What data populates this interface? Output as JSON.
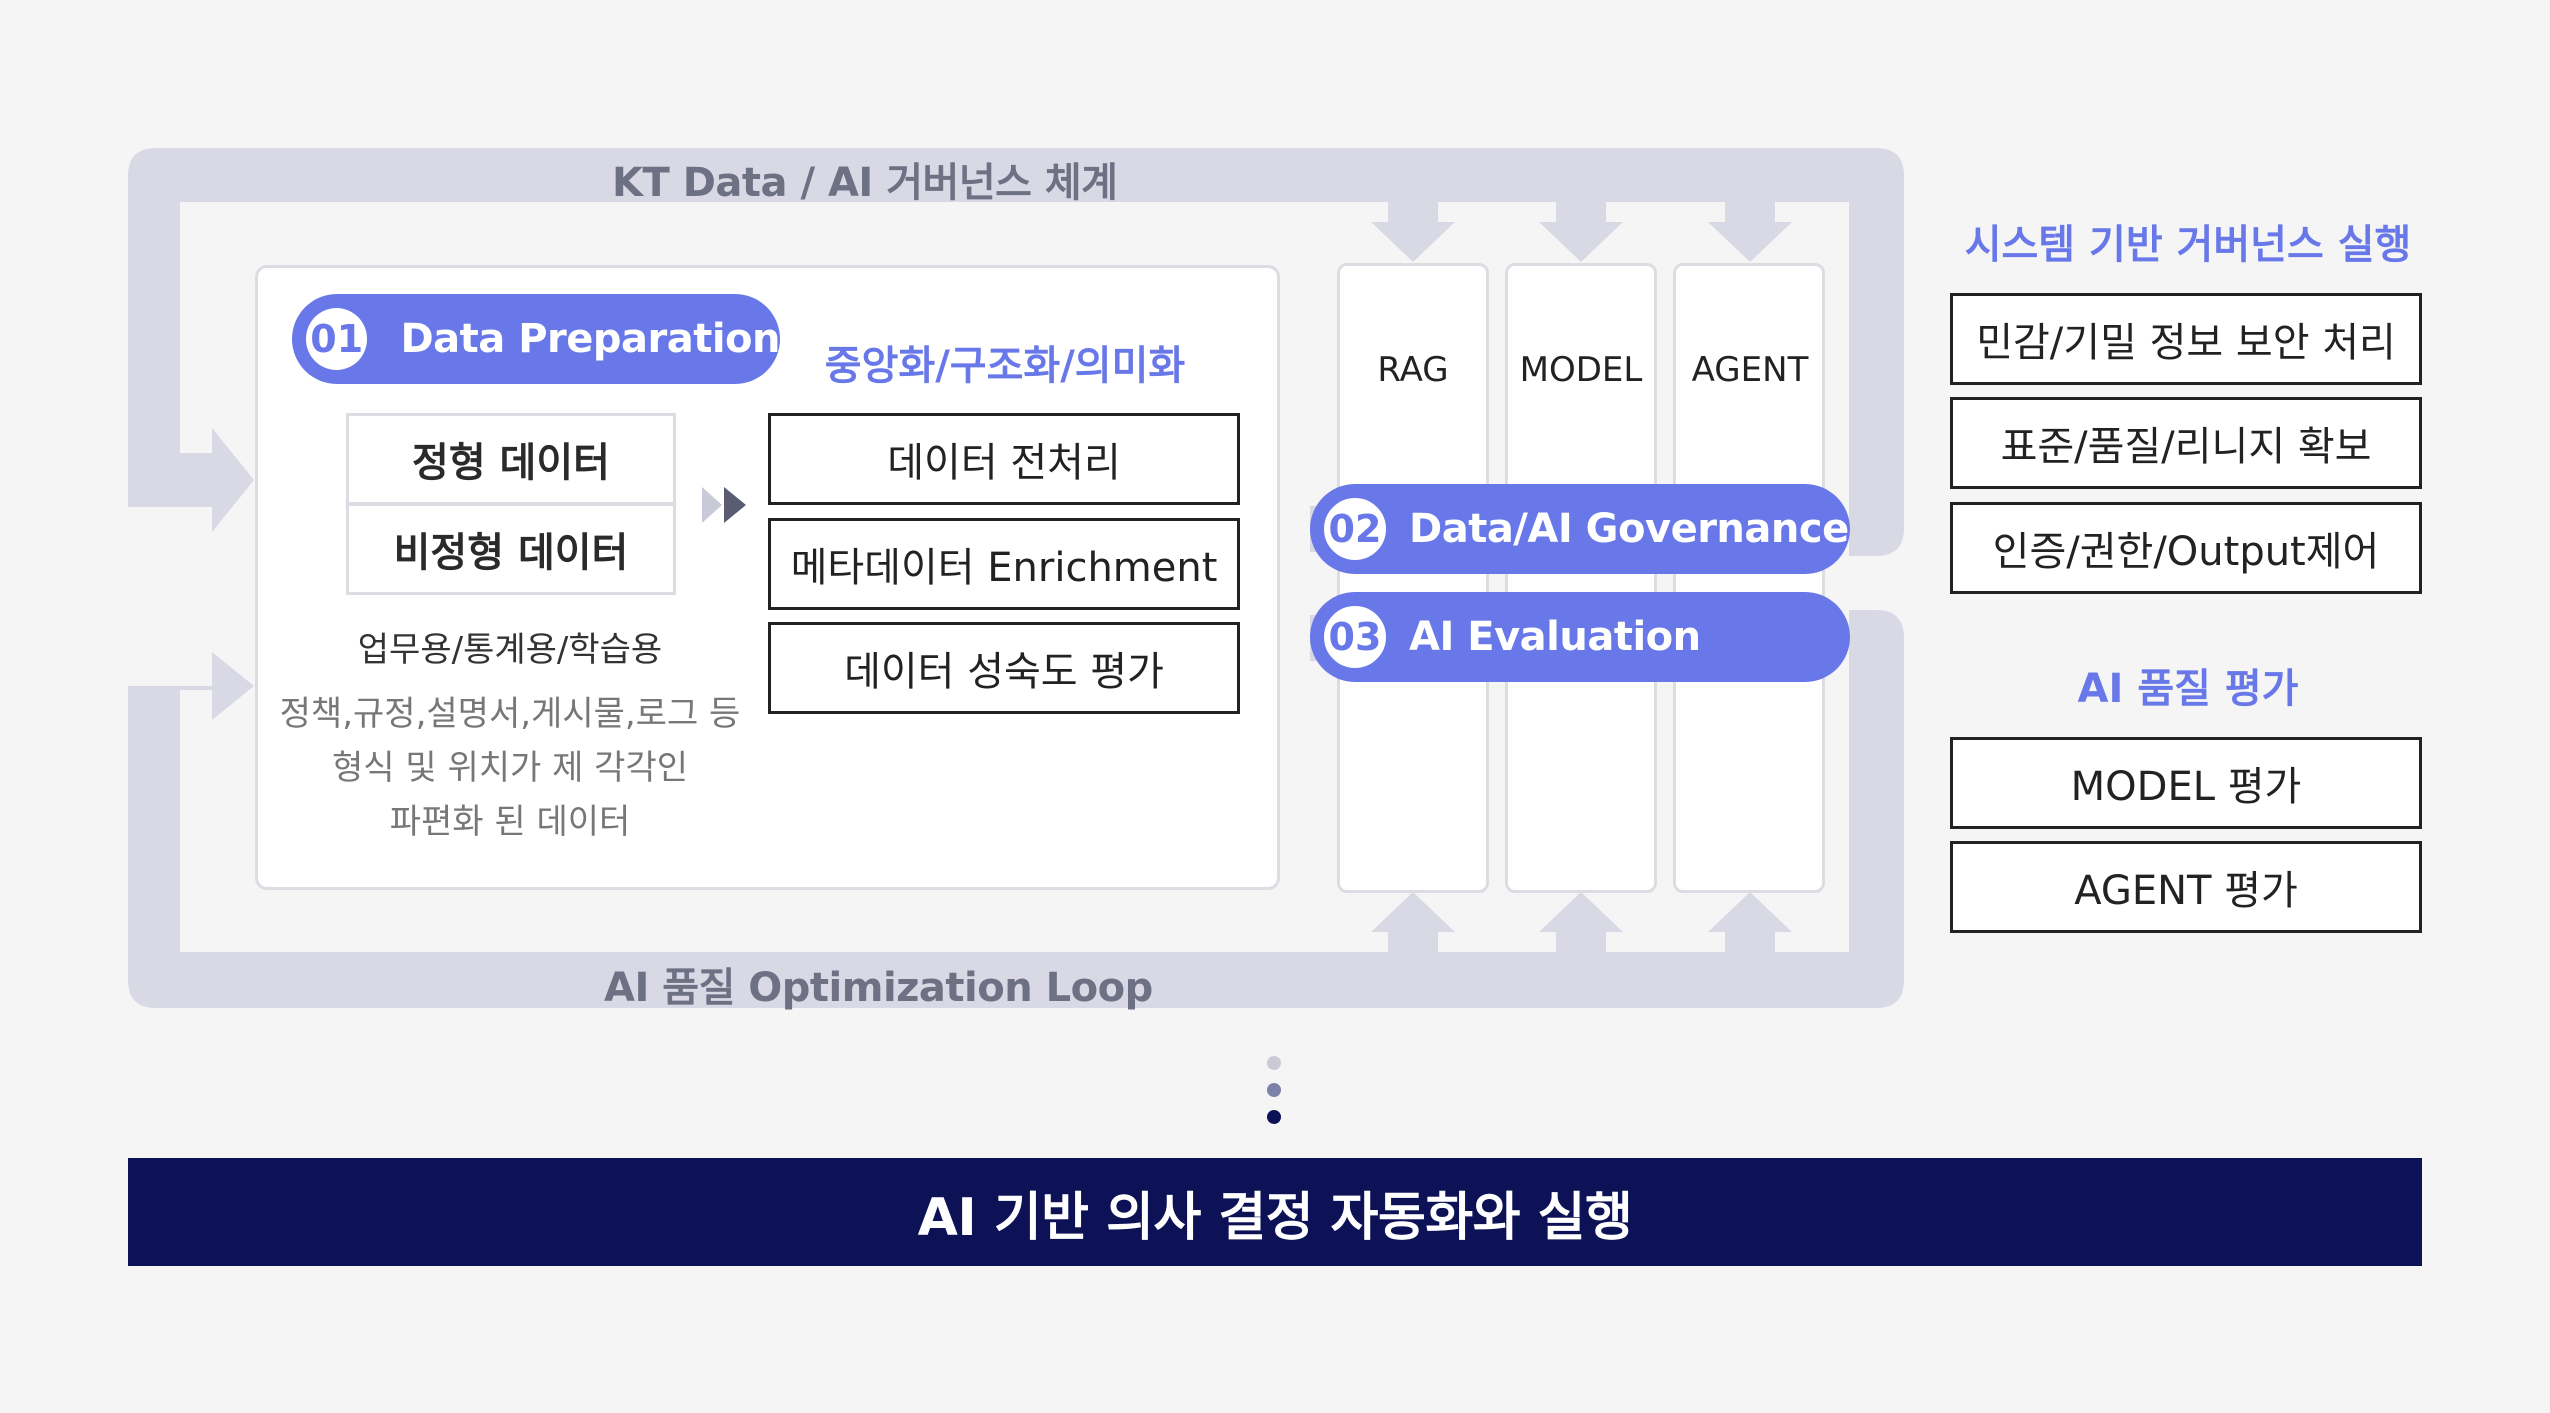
{
  "loop": {
    "top_label": "KT Data / AI 거버넌스 체계",
    "bottom_label": "AI 품질 Optimization Loop"
  },
  "prep": {
    "step_number": "01",
    "title": "Data Preparation",
    "inputs": [
      "정형 데이터",
      "비정형 데이터"
    ],
    "usage": "업무용/통계용/학습용",
    "description": [
      "정책,규정,설명서,게시물,로그 등",
      "형식 및 위치가 제 각각인",
      "파편화 된 데이터"
    ],
    "process_title": "중앙화/구조화/의미화",
    "processes": [
      "데이터 전처리",
      "메타데이터 Enrichment",
      "데이터 성숙도 평가"
    ]
  },
  "columns": [
    "RAG",
    "MODEL",
    "AGENT"
  ],
  "governance": {
    "step_number": "02",
    "title": "Data/AI Governance"
  },
  "evaluation": {
    "step_number": "03",
    "title": "AI Evaluation"
  },
  "system_governance": {
    "title": "시스템 기반 거버넌스 실행",
    "items": [
      "민감/기밀 정보 보안 처리",
      "표준/품질/리니지 확보",
      "인증/권한/Output제어"
    ]
  },
  "ai_quality": {
    "title": "AI 품질 평가",
    "items": [
      "MODEL 평가",
      "AGENT 평가"
    ]
  },
  "bottom_banner": "AI 기반 의사 결정 자동화와 실행",
  "colors": {
    "accent": "#6878e8",
    "loop": "#d8d9e4",
    "banner": "#0d1257"
  }
}
